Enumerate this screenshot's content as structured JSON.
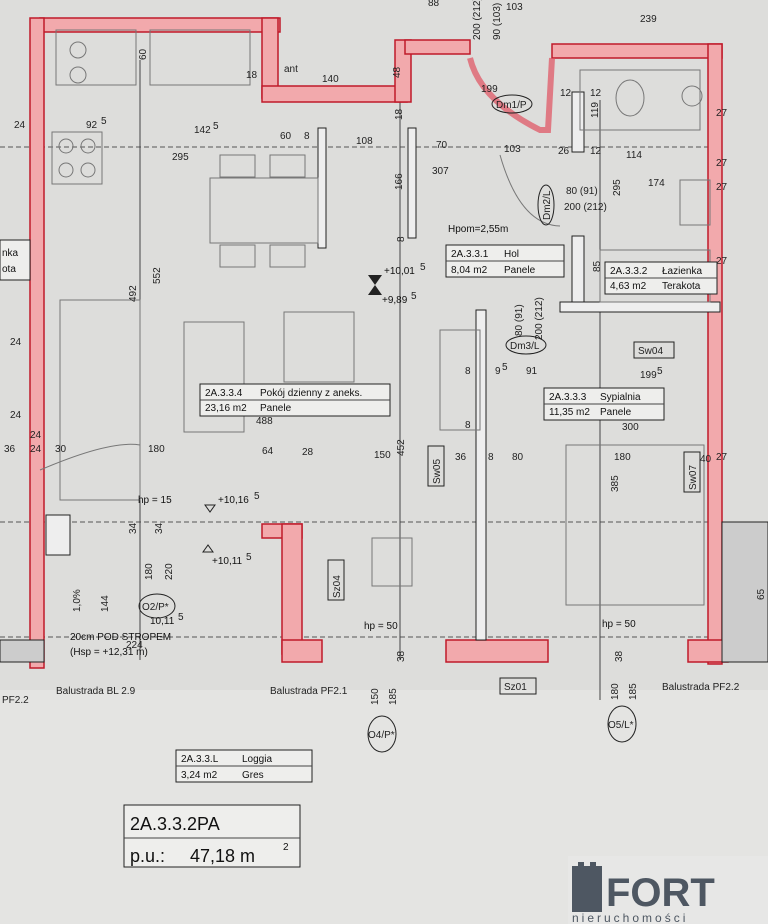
{
  "rooms": [
    {
      "id": "hol",
      "code": "2A.3.3.1",
      "name": "Hol",
      "area": "8,04 m2",
      "finish": "Panele"
    },
    {
      "id": "lazienka",
      "code": "2A.3.3.2",
      "name": "Łazienka",
      "area": "4,63 m2",
      "finish": "Terakota"
    },
    {
      "id": "pokoj",
      "code": "2A.3.3.4",
      "name": "Pokój dzienny z aneks.",
      "area": "23,16 m2",
      "finish": "Panele"
    },
    {
      "id": "sypialnia",
      "code": "2A.3.3.3",
      "name": "Sypialnia",
      "area": "11,35 m2",
      "finish": "Panele"
    },
    {
      "id": "loggia",
      "code": "2A.3.3.L",
      "name": "Loggia",
      "area": "3,24 m2",
      "finish": "Gres"
    }
  ],
  "side_labels": {
    "nka": "nka",
    "ota": "ota"
  },
  "unit": {
    "code": "2A.3.3.2PA",
    "area_label": "p.u.:",
    "area_value": "47,18 m",
    "area_sup": "2"
  },
  "annotations": {
    "hpom": "Hpom=2,55m",
    "level1": "+10,01",
    "level1_sup": "5",
    "level2": "+9,89",
    "level2_sup": "5",
    "level3": "+10,16",
    "level3_sup": "5",
    "level4": "+10,11",
    "level4_sup": "5",
    "level5": "10,11",
    "level5_sup": "5",
    "hp15": "hp = 15",
    "hp50a": "hp = 50",
    "hp50b": "hp = 50",
    "pod_stropem": "20cm POD STROPEM",
    "hsp": "(Hsp = +12,31 m)",
    "slope": "1,0%",
    "sunit": "ant"
  },
  "doors": [
    {
      "id": "dm1",
      "label": "Dm1/P"
    },
    {
      "id": "dm2",
      "label": "Dm2/L"
    },
    {
      "id": "dm3",
      "label": "Dm3/L"
    }
  ],
  "tags": [
    {
      "id": "sw04",
      "label": "Sw04"
    },
    {
      "id": "sw05",
      "label": "Sw05"
    },
    {
      "id": "sw07",
      "label": "Sw07"
    },
    {
      "id": "sz04",
      "label": "Sz04"
    },
    {
      "id": "sz01",
      "label": "Sz01"
    },
    {
      "id": "o2p",
      "label": "O2/P*"
    },
    {
      "id": "o4p",
      "label": "O4/P*"
    },
    {
      "id": "o5l",
      "label": "O5/L*"
    }
  ],
  "railings": [
    {
      "id": "bl29",
      "label": "Balustrada BL 2.9"
    },
    {
      "id": "pf21",
      "label": "Balustrada PF2.1"
    },
    {
      "id": "pf22",
      "label": "Balustrada PF2.2"
    },
    {
      "id": "pf22l",
      "label": "PF2.2"
    }
  ],
  "dims": {
    "d88": "88",
    "d103a": "103",
    "d239": "239",
    "d60a": "60",
    "d12a": "12",
    "d200a": "200 (212)",
    "d90a": "90 (103)",
    "d24a": "24",
    "d92": "92",
    "d5a": "5",
    "d142": "142",
    "d5b": "5",
    "d60b": "60",
    "d18a": "18",
    "d140": "140",
    "d48": "48",
    "d18b": "18",
    "d199a": "199",
    "d12b": "12",
    "d119": "119",
    "d12c": "12",
    "d27a": "27",
    "d8a": "8",
    "d108": "108",
    "d70": "70",
    "d103b": "103",
    "d26": "26",
    "d12d": "12",
    "d114": "114",
    "d27b": "27",
    "d295a": "295",
    "d307": "307",
    "d166": "166",
    "d80": "80 (91)",
    "d200b": "200 (212)",
    "d295b": "295",
    "d174": "174",
    "d27c": "27",
    "d552": "552",
    "d492": "492",
    "d8b": "8",
    "d85": "85",
    "d27d": "27",
    "d80b": "80 (91)",
    "d200c": "200 (212)",
    "d24b": "24",
    "d8c": "8",
    "d95": "9",
    "d95s": "5",
    "d91": "91",
    "d1995": "199",
    "d1995s": "5",
    "d488": "488",
    "d24c": "24",
    "d8d": "8",
    "d300": "300",
    "d24d": "24",
    "d36a": "36",
    "d24e": "24",
    "d30": "30",
    "d180a": "180",
    "d64": "64",
    "d28": "28",
    "d150": "150",
    "d452": "452",
    "d36b": "36",
    "d8e": "8",
    "d80c": "80",
    "d180b": "180",
    "d40": "40",
    "d27e": "27",
    "d34a": "34",
    "d34b": "34",
    "d180c": "180",
    "d220": "220",
    "d144": "144",
    "d385": "385",
    "d224": "224",
    "d38a": "38",
    "d38b": "38",
    "d150b": "150",
    "d185a": "185",
    "d180d": "180",
    "d185b": "185",
    "d65": "65"
  },
  "brand": {
    "name": "FORT",
    "sub": "nieruchomości"
  }
}
